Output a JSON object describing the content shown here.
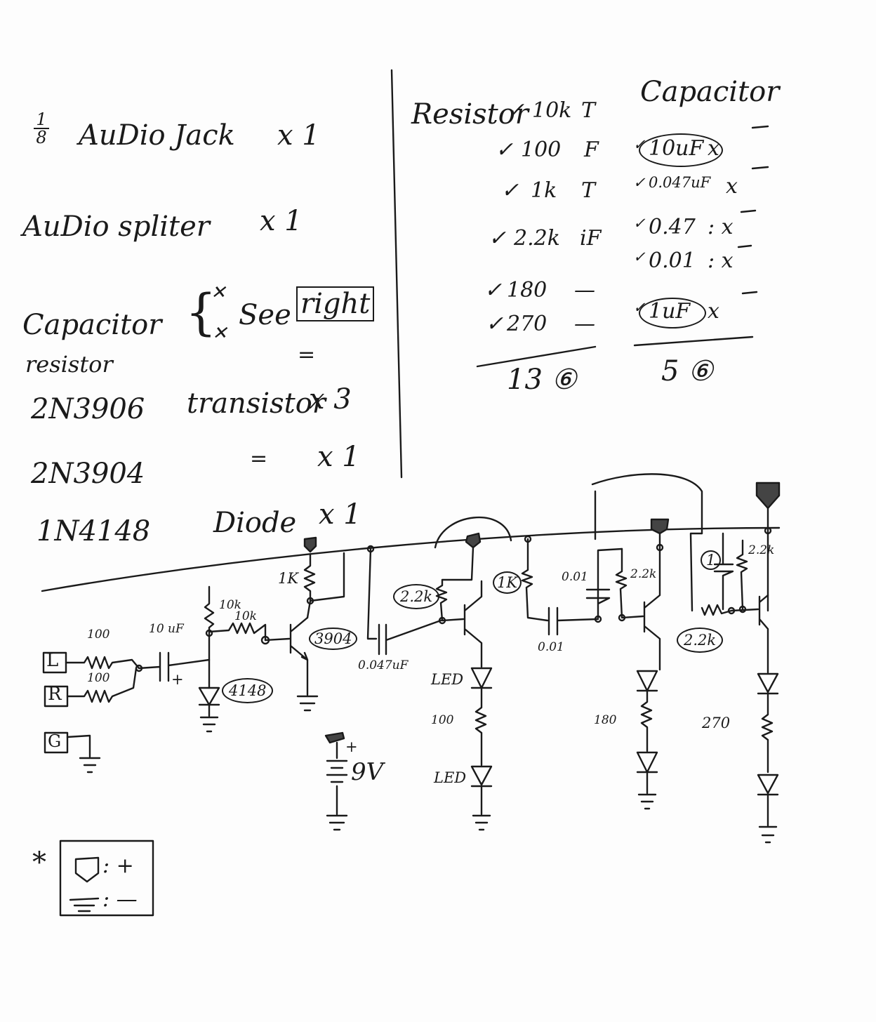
{
  "parts_list": {
    "audio_jack": {
      "fraction_num": "1",
      "fraction_den": "8",
      "label": "AuDio Jack",
      "qty": "x 1"
    },
    "audio_splitter": {
      "label": "AuDio spliter",
      "qty": "x 1"
    },
    "capacitor": {
      "label": "Capacitor",
      "note": "See",
      "note_boxed": "right"
    },
    "resistor": {
      "label": "resistor",
      "ditto": "="
    },
    "transistor_pnp": {
      "label": "2N3906",
      "desc": "transistor",
      "qty": "x 3"
    },
    "transistor_npn": {
      "label": "2N3904",
      "ditto": "=",
      "qty": "x 1"
    },
    "diode": {
      "label": "1N4148",
      "desc": "Diode",
      "qty": "x 1"
    }
  },
  "resistor_table": {
    "header": "Resistor",
    "rows": [
      {
        "check": "✓",
        "value": "10k",
        "mark": "T"
      },
      {
        "check": "✓",
        "value": "100",
        "mark": "F"
      },
      {
        "check": "✓",
        "value": "1k",
        "mark": "T"
      },
      {
        "check": "✓",
        "value": "2.2k",
        "mark": "iF"
      },
      {
        "check": "✓",
        "value": "180",
        "mark": "—"
      },
      {
        "check": "✓",
        "value": "270",
        "mark": "—"
      }
    ],
    "total": "13 ⑥"
  },
  "capacitor_table": {
    "header": "Capacitor",
    "rows": [
      {
        "check": "✓",
        "value": "10uF",
        "qty": "x",
        "circled": true
      },
      {
        "check": "✓",
        "value": "0.047uF",
        "qty": "x",
        "circled": false
      },
      {
        "check": "✓",
        "value": "0.47",
        "qty": ": x",
        "circled": false
      },
      {
        "check": "✓",
        "value": "0.01",
        "qty": ": x",
        "circled": false
      },
      {
        "check": "✓",
        "value": "1uF",
        "qty": "x",
        "circled": true
      }
    ],
    "total": "5 ⑥"
  },
  "schematic": {
    "jack_left": "L",
    "jack_right": "R",
    "jack_ground": "G",
    "r_in_left": "100",
    "r_in_right": "100",
    "c_in": "10 uF",
    "c_in_polarity": "+",
    "r_bias_a": "10k",
    "r_bias_b": "10k",
    "diode": "4148",
    "q1": "3904",
    "r_q1": "1K",
    "c_stage2": "0.047uF",
    "r_stage2": "2.2k",
    "led_top": "LED",
    "r_led": "100",
    "led_bottom": "LED",
    "battery_label": "9V",
    "battery_plus": "+",
    "r_stage3": "1K",
    "c_stage3_a": "0.01",
    "c_stage3_b": "0.01",
    "r_stage3_b": "2.2k",
    "r_led3": "180",
    "c_stage4": "1",
    "r_stage4_a": "2.2k",
    "r_stage4_b": "2.2k",
    "r_led4": "270"
  },
  "legend": {
    "star": "*",
    "positive": ": +",
    "negative": ": —"
  }
}
